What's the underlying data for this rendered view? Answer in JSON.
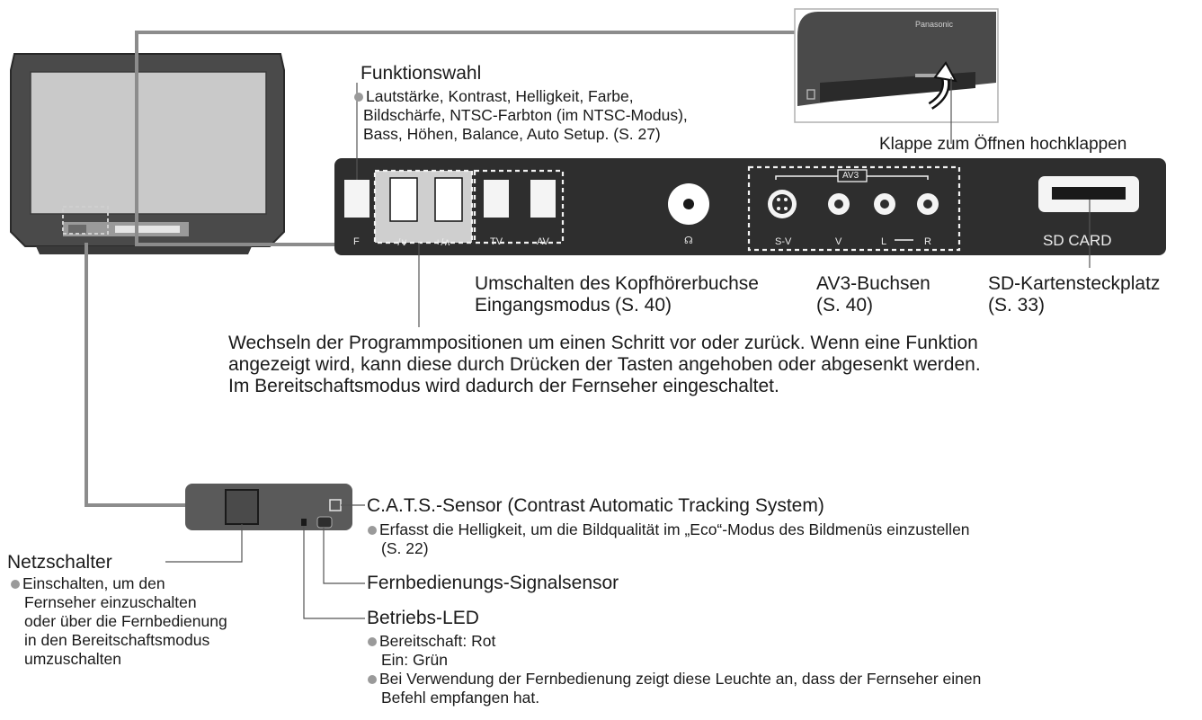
{
  "colors": {
    "panel": "#2e2e2e",
    "panel_light": "#d9d9d9",
    "cable": "#8c8c8c",
    "text": "#1a1a1a",
    "bullet": "#9a9a9a"
  },
  "tv": {
    "front_panel_brand": "Panasonic"
  },
  "panel": {
    "buttons": [
      "F",
      "−/∨",
      "+/∧",
      "TV",
      "AV"
    ],
    "jacks": [
      "S-V",
      "V",
      "L",
      "R"
    ],
    "av3_label": "AV3",
    "sd_label": "SD CARD"
  },
  "labels": {
    "funktionswahl": {
      "title": "Funktionswahl",
      "line1": "Lautstärke, Kontrast, Helligkeit, Farbe,",
      "line2": "Bildschärfe, NTSC-Farbton (im NTSC-Modus),",
      "line3": "Bass, Höhen, Balance, Auto Setup. (S. 27)"
    },
    "klappe": "Klappe zum Öffnen hochklappen",
    "umschalten": {
      "line1": "Umschalten des",
      "line2": "Eingangsmodus"
    },
    "kopfhoerer": {
      "line1": "Kopfhörerbuchse",
      "line2": "(S. 40)"
    },
    "av3": {
      "line1": "AV3-Buchsen",
      "line2": "(S. 40)"
    },
    "sd": {
      "line1": "SD-Kartensteckplatz",
      "line2": "(S. 33)"
    },
    "wechseln": {
      "line1": "Wechseln der Programmpositionen um einen Schritt vor oder zurück. Wenn eine Funktion",
      "line2": "angezeigt wird, kann diese durch Drücken der Tasten angehoben oder abgesenkt werden.",
      "line3": "Im Bereitschaftsmodus wird dadurch der Fernseher eingeschaltet."
    },
    "cats": {
      "title": "C.A.T.S.-Sensor (Contrast Automatic Tracking System)",
      "line1": "Erfasst die Helligkeit, um die Bildqualität im „Eco“-Modus des Bildmenüs einzustellen",
      "line2": "(S. 22)"
    },
    "fernbedienung": "Fernbedienungs-Signalsensor",
    "netzschalter": {
      "title": "Netzschalter",
      "line1": "Einschalten, um den",
      "line2": "Fernseher einzuschalten",
      "line3": "oder über die Fernbedienung",
      "line4": "in den Bereitschaftsmodus",
      "line5": "umzuschalten"
    },
    "led": {
      "title": "Betriebs-LED",
      "line1": "Bereitschaft: Rot",
      "line2": "Ein: Grün",
      "line3": "Bei Verwendung der Fernbedienung zeigt diese Leuchte an, dass der Fernseher einen",
      "line4": "Befehl empfangen hat."
    }
  }
}
